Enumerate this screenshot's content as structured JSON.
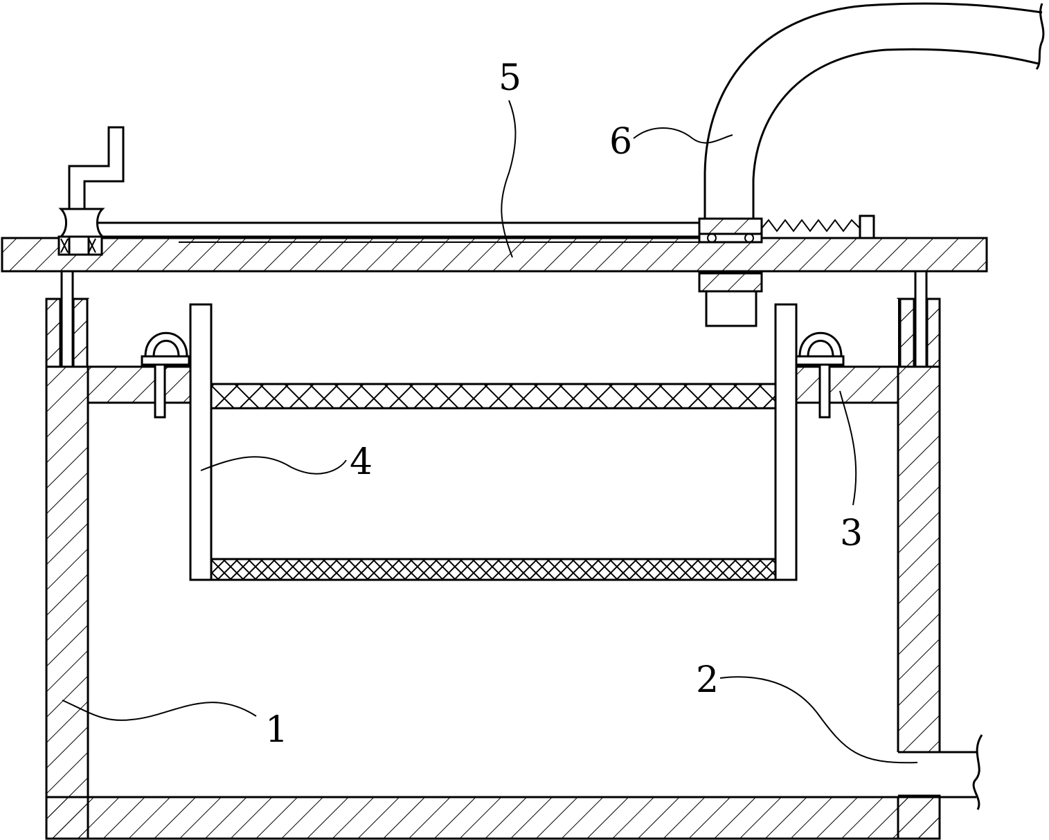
{
  "diagram": {
    "callouts": [
      {
        "id": "1",
        "text": "1"
      },
      {
        "id": "2",
        "text": "2"
      },
      {
        "id": "3",
        "text": "3"
      },
      {
        "id": "4",
        "text": "4"
      },
      {
        "id": "5",
        "text": "5"
      },
      {
        "id": "6",
        "text": "6"
      }
    ]
  }
}
